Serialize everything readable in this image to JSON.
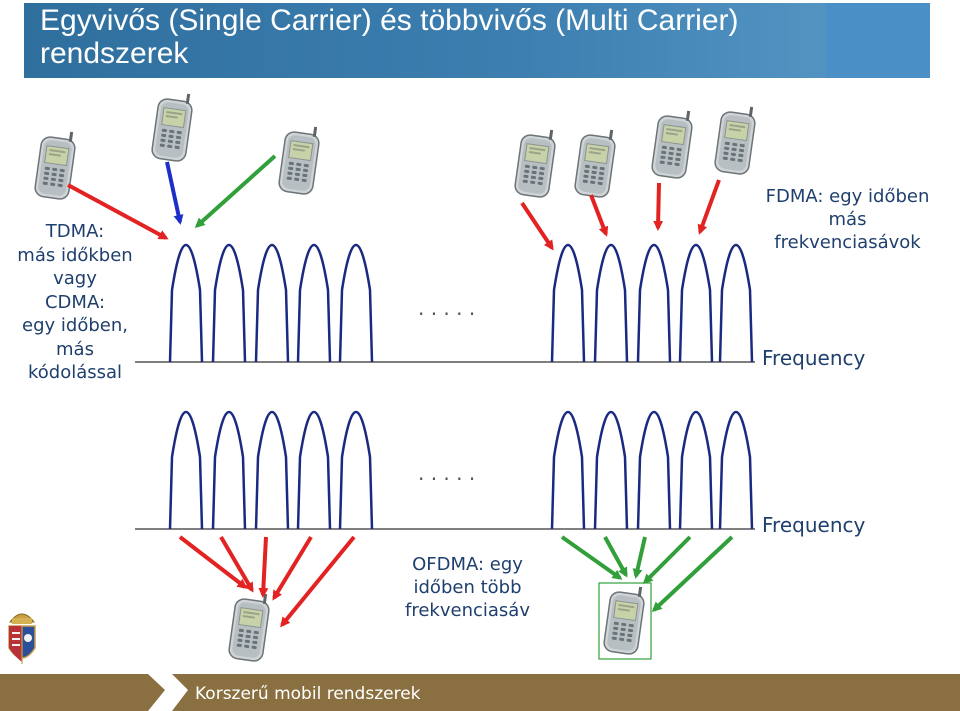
{
  "title": "Egyvivős (Single Carrier) és többvivős (Multi Carrier) rendszerek",
  "tdma_label": {
    "lines": [
      "TDMA:",
      "más időkben",
      "vagy",
      "CDMA:",
      "egy időben,",
      "más",
      "kódolással"
    ]
  },
  "fdma_label": {
    "lines": [
      "FDMA: egy időben",
      "más",
      "frekvenciasávok"
    ]
  },
  "ofdma_label": {
    "lines": [
      "OFDMA: egy",
      "időben több",
      "frekvenciasáv"
    ]
  },
  "axis_labels": {
    "top": "Frequency",
    "bottom": "Frequency"
  },
  "dots": {
    "top": ". . . . .",
    "bottom": ". . . . ."
  },
  "footer": {
    "text": "Korszerű mobil rendszerek"
  },
  "colors": {
    "title_bg": "#3c7fb0",
    "subcarrier": "#1a2a80",
    "axis": "#555555",
    "arrow_red": "#e32222",
    "arrow_blue": "#1d2fc8",
    "arrow_green": "#31a03a",
    "footer_bg": "#8a7040"
  },
  "icons": {
    "phone": "mobile-phone-icon",
    "logo": "university-crest-icon"
  }
}
